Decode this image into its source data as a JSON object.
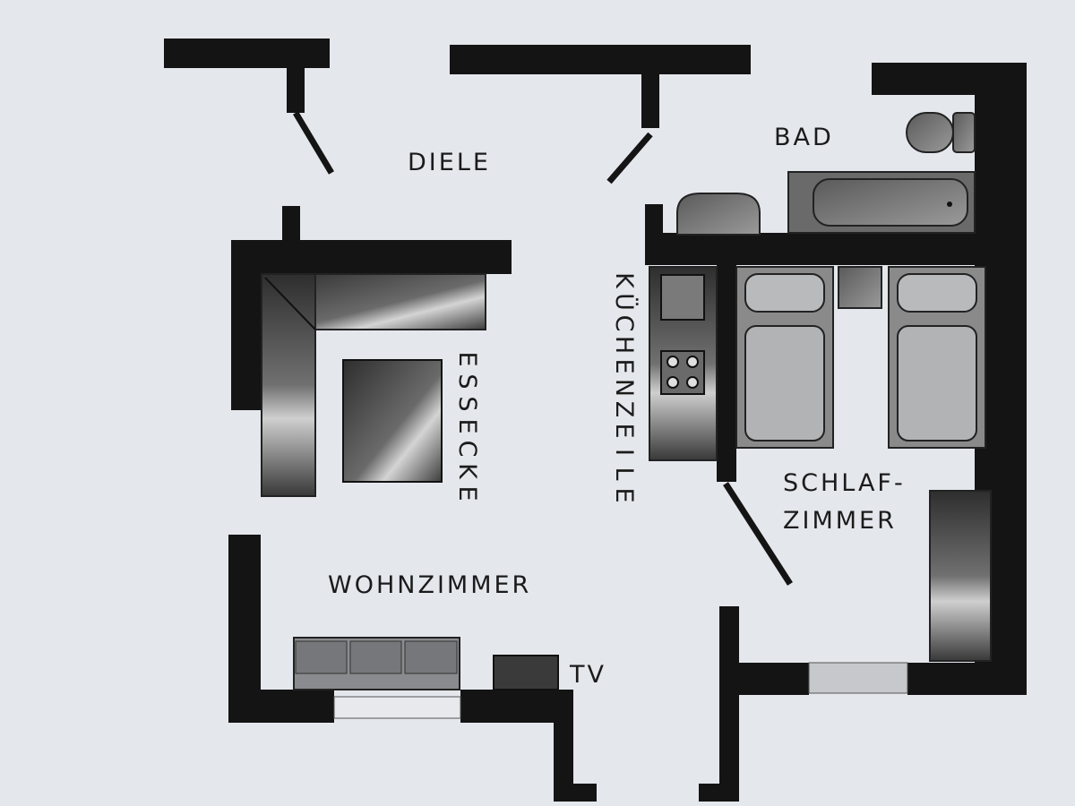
{
  "rooms": {
    "diele": "DIELE",
    "bad": "BAD",
    "essecke": "ESSECKE",
    "kuechenzeile": "KÜCHENZEILE",
    "schlafzimmer_line1": "SCHLAF-",
    "schlafzimmer_line2": "ZIMMER",
    "wohnzimmer": "WOHNZIMMER",
    "tv": "TV"
  },
  "colors": {
    "paper": "#e4e7ec",
    "wall": "#141414",
    "furniture_dark": "#3a3a3a",
    "furniture_light": "#c9cbcf"
  }
}
